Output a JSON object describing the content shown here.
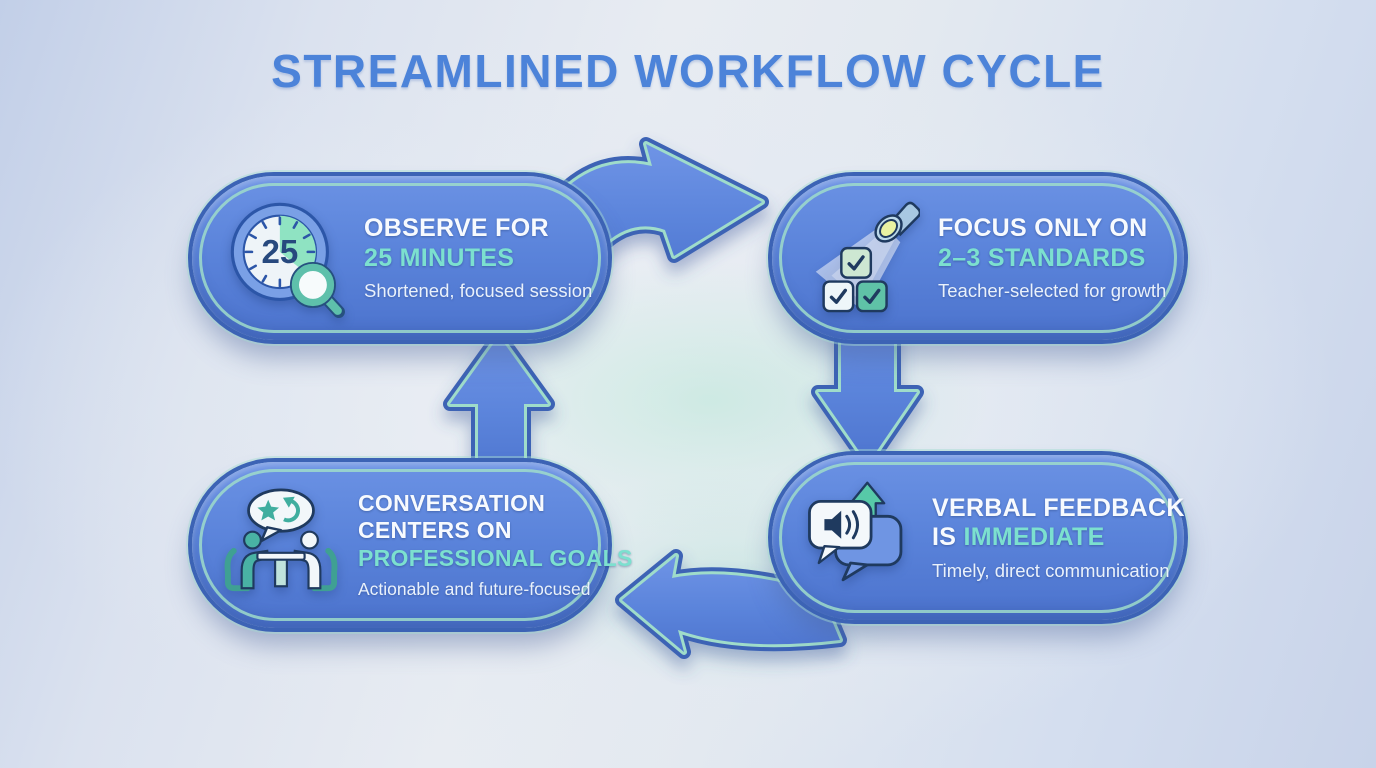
{
  "title": "STREAMLINED WORKFLOW CYCLE",
  "colors": {
    "title_blue": "#4c83d9",
    "card_blue": "#5a83da",
    "accent_teal": "#7ce0cf",
    "ring_mint": "#9fdcca",
    "edge_blue": "#3c63b5",
    "icon_navy": "#1f3a5f",
    "icon_teal": "#49b2a4"
  },
  "cards": [
    {
      "name": "observe-for-25-minutes",
      "icon": "timer-magnifier-icon",
      "timer_value": "25",
      "heading": [
        {
          "text": "OBSERVE FOR",
          "emphasis": false
        },
        {
          "text": "25 MINUTES",
          "emphasis": true
        }
      ],
      "subtext": "Shortened, focused session"
    },
    {
      "name": "focus-only-on-standards",
      "icon": "spotlight-checkboxes-icon",
      "heading": [
        {
          "text": "FOCUS ONLY ON",
          "emphasis": false
        },
        {
          "text": "2–3 STANDARDS",
          "emphasis": true
        }
      ],
      "subtext": "Teacher-selected for growth"
    },
    {
      "name": "verbal-feedback-is-immediate",
      "icon": "speech-bubbles-megaphone-icon",
      "heading": [
        {
          "text": "VERBAL FEEDBACK",
          "emphasis": false
        },
        {
          "text": "IS ",
          "emphasis": false
        },
        {
          "text": "IMMEDIATE",
          "emphasis": true
        }
      ],
      "subtext": "Timely, direct communication"
    },
    {
      "name": "conversation-centers-on-professional-goals",
      "icon": "people-table-conversation-icon",
      "heading": [
        {
          "text": "CONVERSATION",
          "emphasis": false
        },
        {
          "text": "CENTERS ON",
          "emphasis": false
        },
        {
          "text": "PROFESSIONAL GOALS",
          "emphasis": true
        }
      ],
      "subtext": "Actionable and future-focused"
    }
  ],
  "cycle_arrows": [
    {
      "name": "arrow-observe-to-focus",
      "direction": "right"
    },
    {
      "name": "arrow-focus-to-feedback",
      "direction": "down"
    },
    {
      "name": "arrow-feedback-to-conversation",
      "direction": "left"
    },
    {
      "name": "arrow-conversation-to-observe",
      "direction": "up"
    }
  ]
}
